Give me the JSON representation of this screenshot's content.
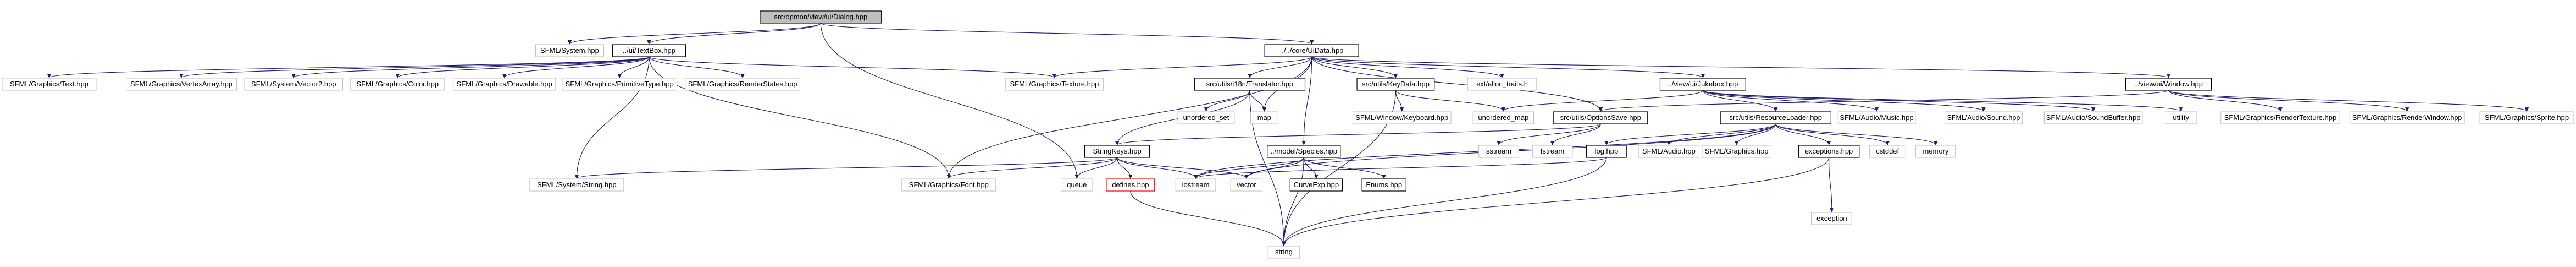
{
  "nodes": {
    "dialog": "src/opmon/view/ui/Dialog.hpp",
    "system": "SFML/System.hpp",
    "textbox": "../ui/TextBox.hpp",
    "uidata": "../../core/UiData.hpp",
    "g_text": "SFML/Graphics/Text.hpp",
    "g_vertexarray": "SFML/Graphics/VertexArray.hpp",
    "s_vector2": "SFML/System/Vector2.hpp",
    "g_color": "SFML/Graphics/Color.hpp",
    "g_drawable": "SFML/Graphics/Drawable.hpp",
    "g_primtype": "SFML/Graphics/PrimitiveType.hpp",
    "g_renderstates": "SFML/Graphics/RenderStates.hpp",
    "g_texture": "SFML/Graphics/Texture.hpp",
    "i18n": "src/utils/i18n/Translator.hpp",
    "keydata": "src/utils/KeyData.hpp",
    "alloc_traits": "ext/alloc_traits.h",
    "jukebox": "../view/ui/Jukebox.hpp",
    "window": "../view/ui/Window.hpp",
    "unordered_set": "unordered_set",
    "map": "map",
    "w_keyboard": "SFML/Window/Keyboard.hpp",
    "unordered_map": "unordered_map",
    "optionssave": "src/utils/OptionsSave.hpp",
    "resourceloader": "src/utils/ResourceLoader.hpp",
    "a_music": "SFML/Audio/Music.hpp",
    "a_sound": "SFML/Audio/Sound.hpp",
    "a_soundbuffer": "SFML/Audio/SoundBuffer.hpp",
    "utility": "utility",
    "g_rendertexture": "SFML/Graphics/RenderTexture.hpp",
    "g_renderwindow": "SFML/Graphics/RenderWindow.hpp",
    "g_sprite": "SFML/Graphics/Sprite.hpp",
    "stringkeys": "StringKeys.hpp",
    "species": "../model/Species.hpp",
    "sstream": "sstream",
    "fstream": "fstream",
    "log": "log.hpp",
    "sfml_audio": "SFML/Audio.hpp",
    "sfml_graphics": "SFML/Graphics.hpp",
    "exceptions": "exceptions.hpp",
    "cstddef": "cstddef",
    "memory": "memory",
    "s_string": "SFML/System/String.hpp",
    "g_font": "SFML/Graphics/Font.hpp",
    "queue": "queue",
    "defines": "defines.hpp",
    "iostream": "iostream",
    "vector": "vector",
    "curveexp": "CurveExp.hpp",
    "enums": "Enums.hpp",
    "exception": "exception",
    "string": "string"
  },
  "colors": {
    "edge": "#191970",
    "root_fill": "#bfbfbf",
    "documented_border": "#000000",
    "undocumented_border": "#bfbfbf",
    "missing_border": "#ff0000"
  }
}
